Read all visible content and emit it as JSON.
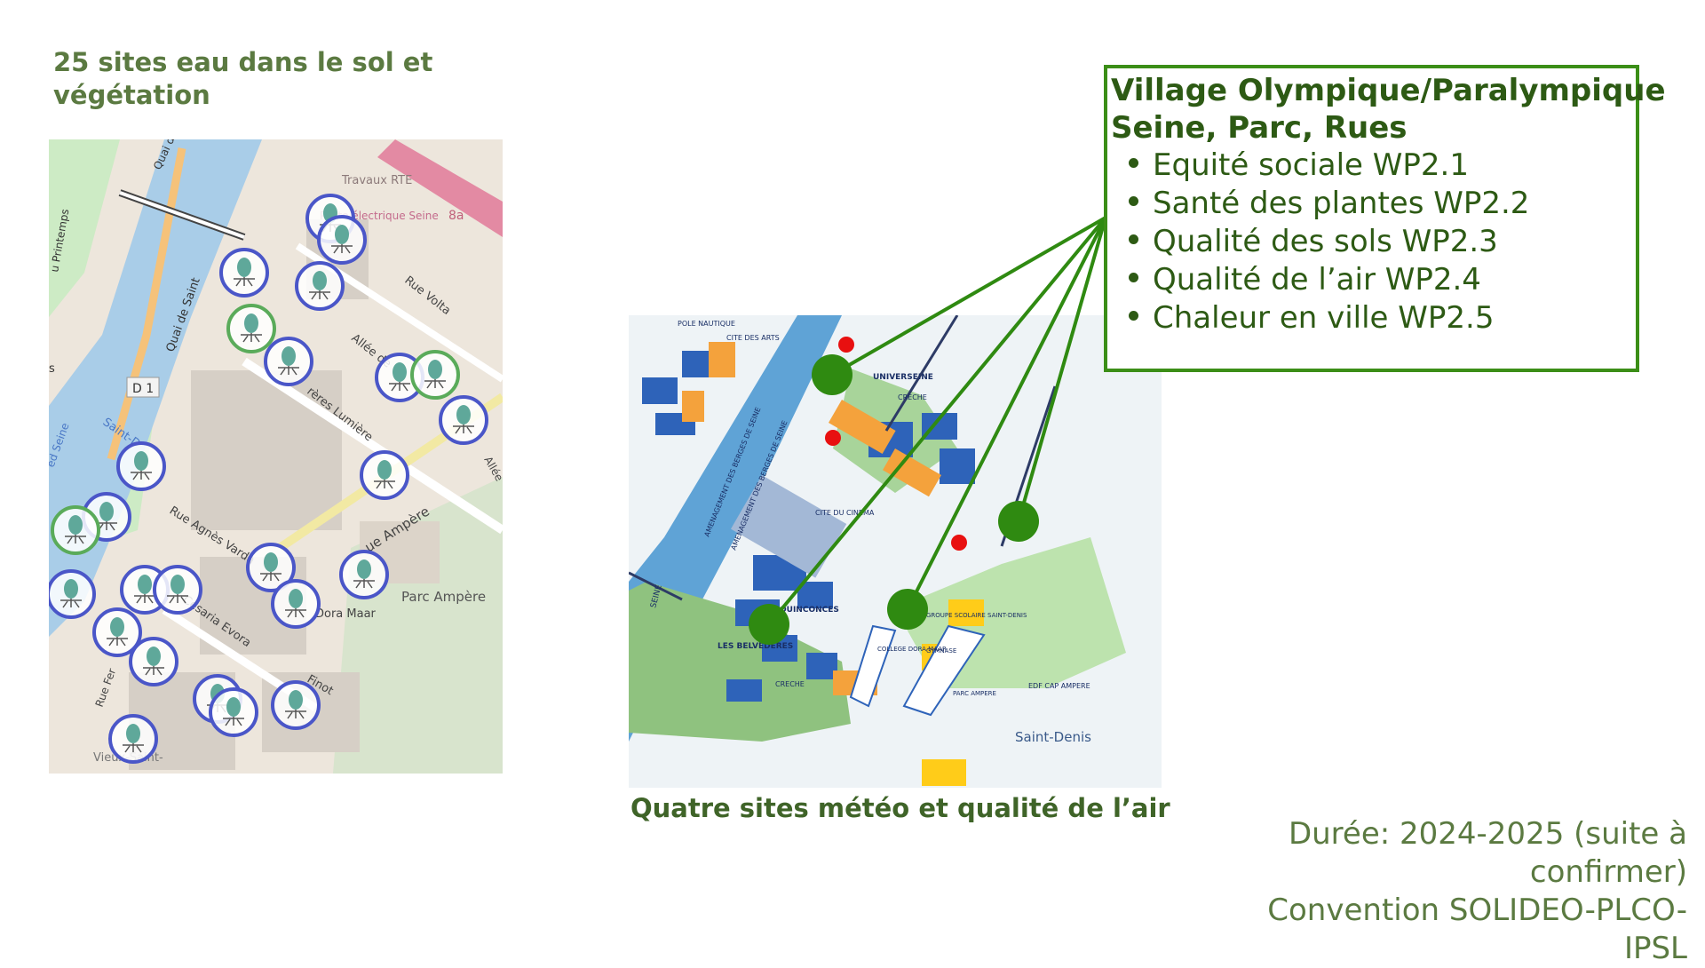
{
  "left_panel": {
    "title": "25 sites eau dans le sol et végétation",
    "map_labels": {
      "rue_volta": "Rue Volta",
      "allee_de": "Allée de",
      "freres_lumiere": "rères Lumière",
      "rue_agnes_varda": "Rue Agnès Varda",
      "rue_ampere": "ue Ampère",
      "parc_ampere": "Parc Ampère",
      "dora_maar": "Dora Maar",
      "cesaria_evora": "Césaria Evora",
      "quai_de_saint": "Quai de Saint",
      "d1": "D 1",
      "travaux_rte": "Travaux RTE",
      "poste_electrique": "Poste électrique Seine",
      "num_8a": "8a",
      "printemps": "u Printemps",
      "saint_d": "Saint-D",
      "seine": "ed Seine",
      "quai_d": "Quai d",
      "allee_right": "Allée",
      "finot": "Finot",
      "vieux_saint": "Vieux-Saint-",
      "rue_fer": "Rue Fer",
      "s_label": "s"
    },
    "site_icon": "tree-roots-icon"
  },
  "right_panel": {
    "caption": "Quatre sites météo et qualité de l’air",
    "map_labels": {
      "pole_nautique": "POLE NAUTIQUE",
      "cite_des_arts": "CITE DES ARTS",
      "universeine": "UNIVERSEINE",
      "creche_top": "CRECHE",
      "cite_du_cinema": "CITE DU CINEMA",
      "quinconces": "QUINCONCES",
      "les_belvederes": "LES BELVEDERES",
      "creche_bottom": "CRECHE",
      "groupe_scolaire": "GROUPE SCOLAIRE SAINT-DENIS",
      "college": "COLLEGE DORA MAAR",
      "gymnase": "GYMNASE",
      "parc_ampere": "PARC AMPERE",
      "edf": "EDF CAP AMPERE",
      "saint_denis": "Saint-Denis",
      "seine": "SEINE",
      "amenagement1": "AMENAGEMENT DES BERGES DE SEINE",
      "amenagement2": "AMENAGEMENT DES BERGES DE SEINE"
    }
  },
  "info_box": {
    "title_line1": "Village Olympique/Paralympique",
    "title_line2": "Seine, Parc, Rues",
    "items": [
      "Equité sociale WP2.1",
      "Santé des plantes WP2.2",
      "Qualité des sols WP2.3",
      "Qualité de l’air WP2.4",
      "Chaleur en ville WP2.5"
    ]
  },
  "footer": {
    "line1": "Durée: 2024-2025 (suite à",
    "line2": "confirmer)",
    "line3": "Convention SOLIDEO-PLCO-IPSL"
  },
  "colors": {
    "accent_green": "#3b8e17",
    "title_green": "#5b7a41",
    "marker_blue": "#4a56c8",
    "marker_green": "#5aab5a",
    "station_green": "#2f8a11",
    "river_blue": "#a9cde8"
  }
}
